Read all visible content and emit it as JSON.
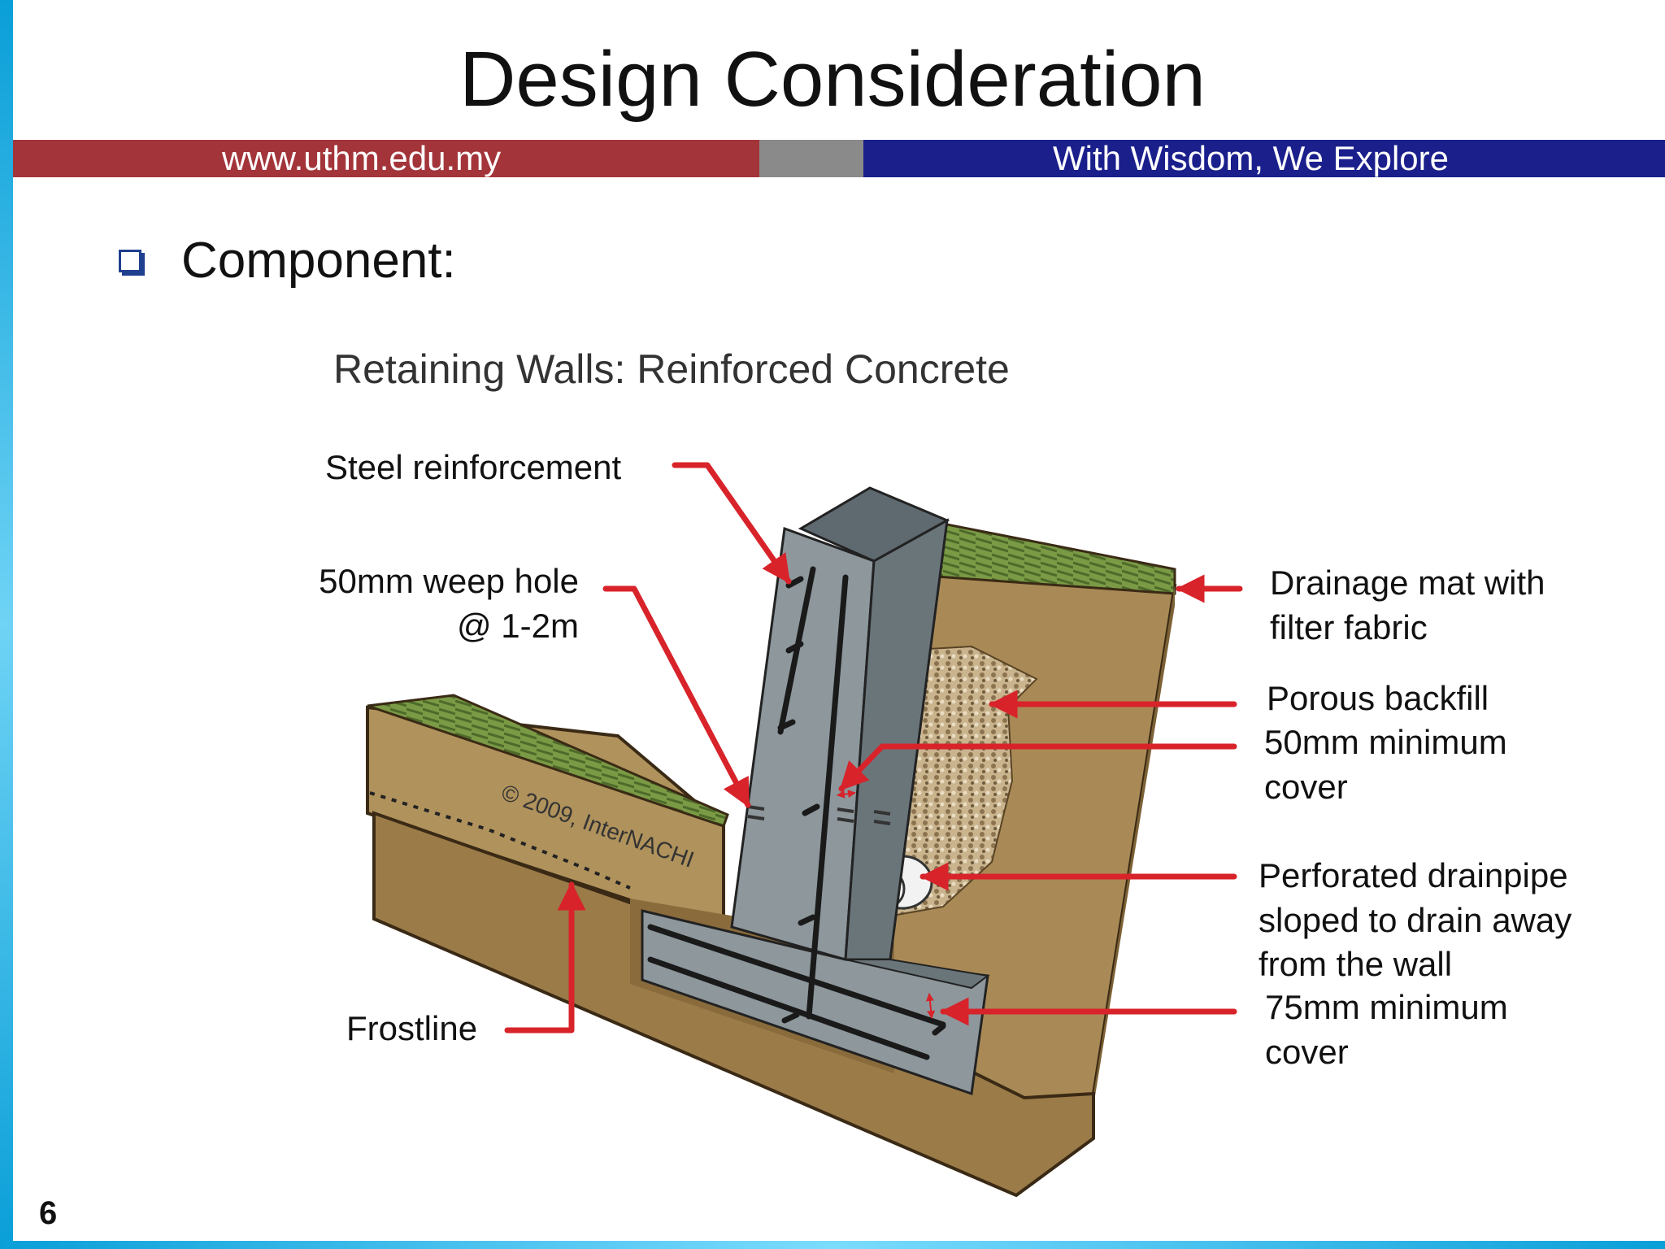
{
  "title": "Design Consideration",
  "band": {
    "url": "www.uthm.edu.my",
    "motto": "With Wisdom, We Explore"
  },
  "heading": "Component:",
  "diagram": {
    "subtitle": "Retaining Walls: Reinforced Concrete",
    "copyright": "© 2009, InterNACHI",
    "labels": {
      "steel": "Steel reinforcement",
      "weep_line1": "50mm weep hole",
      "weep_line2": "@ 1-2m",
      "frost": "Frostline",
      "mat_line1": "Drainage mat with",
      "mat_line2": "filter fabric",
      "backfill": "Porous backfill",
      "cover50_line1": "50mm minimum",
      "cover50_line2": "cover",
      "pipe_line1": "Perforated drainpipe",
      "pipe_line2": "sloped to drain away",
      "pipe_line3": "from the wall",
      "cover75_line1": "75mm minimum",
      "cover75_line2": "cover"
    }
  },
  "page_number": "6",
  "colors": {
    "band_red": "#a3353a",
    "band_grey": "#8a8a8a",
    "band_blue": "#1a1f8c",
    "arrow": "#d8232a"
  }
}
